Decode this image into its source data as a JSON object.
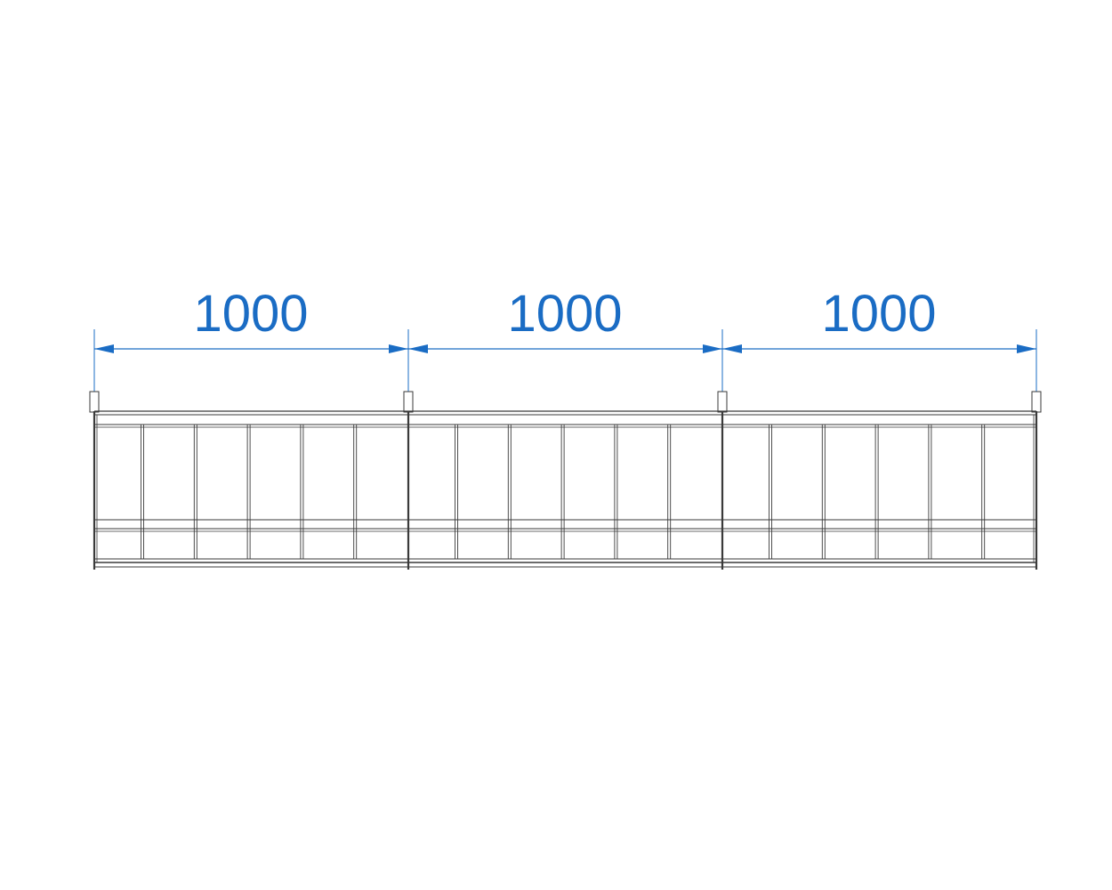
{
  "dimensions": [
    {
      "label": "1000"
    },
    {
      "label": "1000"
    },
    {
      "label": "1000"
    }
  ],
  "colors": {
    "dimension": "#1a6cc4",
    "frame": "#3a3a3a",
    "background": "#ffffff"
  },
  "sections": [
    {
      "name": "section-1",
      "panels": 6
    },
    {
      "name": "section-2",
      "panels": 6
    },
    {
      "name": "section-3",
      "panels": 6
    }
  ]
}
